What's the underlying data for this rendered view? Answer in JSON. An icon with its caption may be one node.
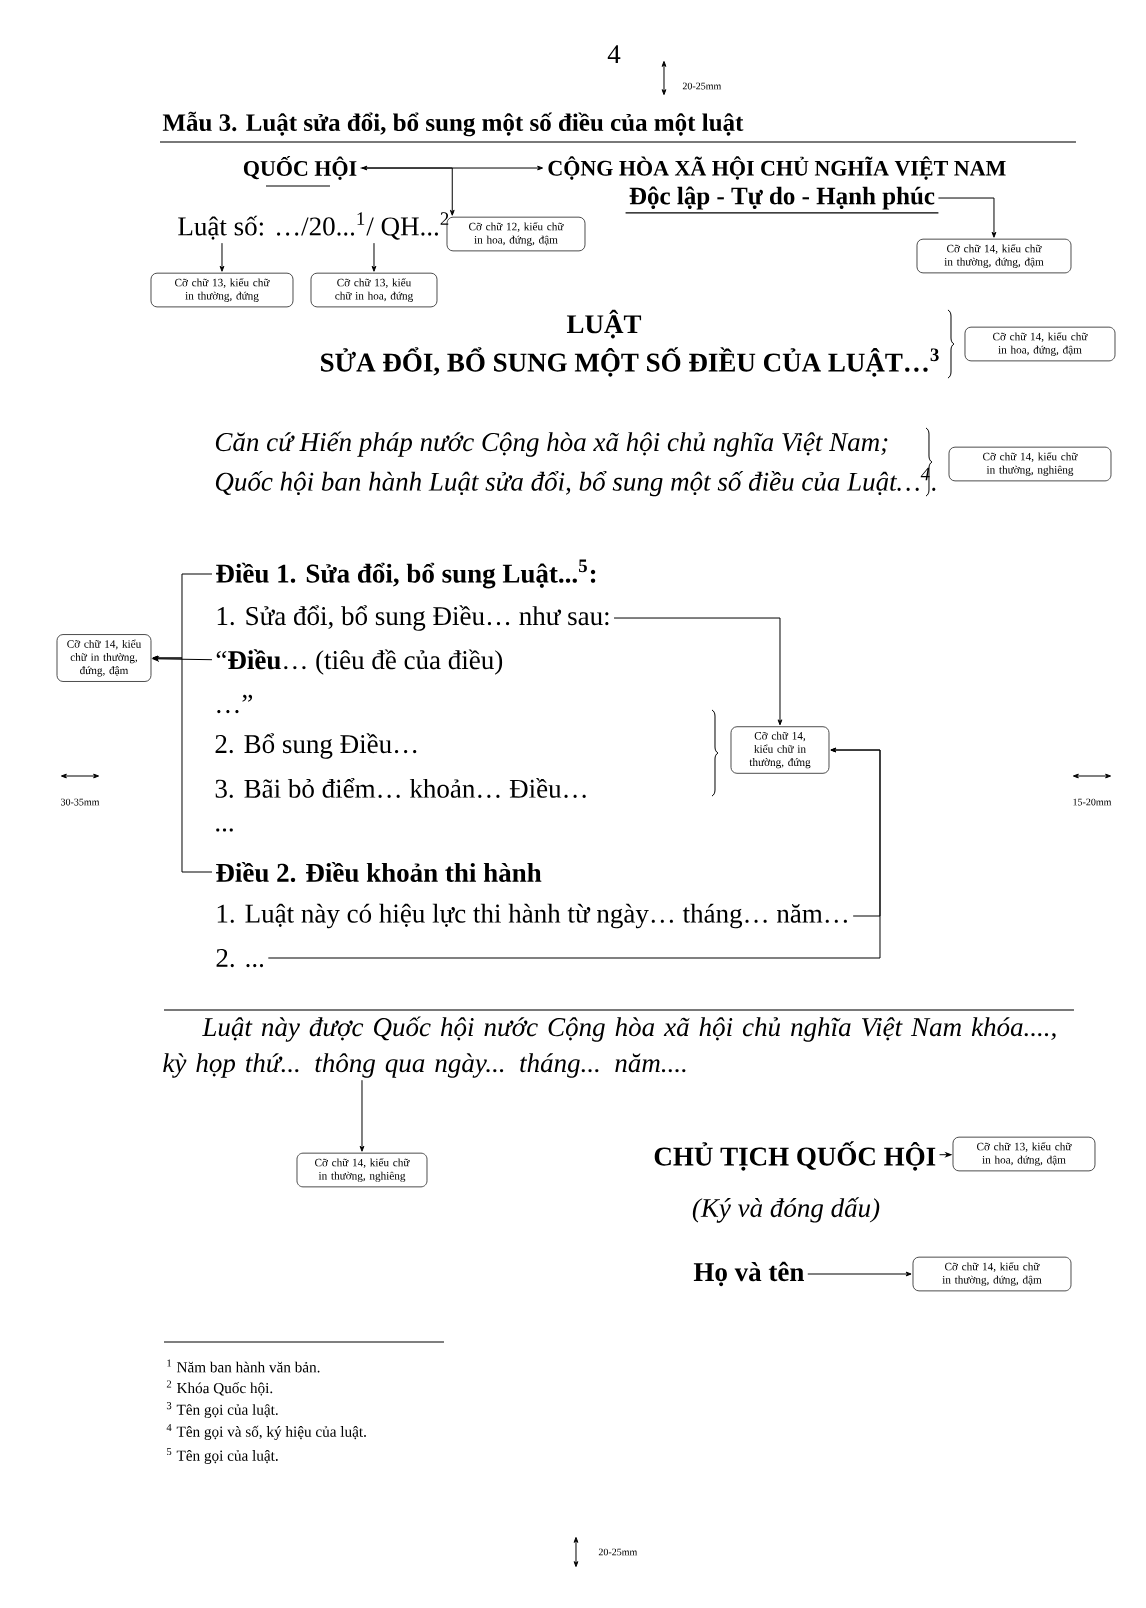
{
  "diagram": {
    "title": "Mẫu 3. Luật sửa đổi, bổ sung một số điều của một luật",
    "nodes": [
      {
        "text": [
          "QUỐC HỘI"
        ]
      },
      {
        "text": [
          "CỘNG HÒA XÃ HỘI CHỦ NGHĨA VIỆT NAM"
        ]
      },
      {
        "text": [
          "Độc lập - Tự do - Hạnh phúc"
        ]
      },
      {
        "text": [
          "Cỡ chữ 12, kiểu chữ in hoa, đứng, đậm"
        ]
      },
      {
        "text": [
          "Cỡ chữ 14, kiểu chữ in thường, đứng, đậm"
        ]
      },
      {
        "text": [
          "Luật số: …/20...$^{1}$/ QH...$^{2}$"
        ]
      },
      {
        "text": [
          "Cỡ chữ 13, kiểu chữ in thường, đứng"
        ]
      },
      {
        "text": [
          "Cỡ chữ 13, kiểu chữ in hoa, đứng"
        ]
      },
      {
        "text": [
          "Cỡ chữ 14, kiểu chữ in hoa, đứng, đậm"
        ]
      },
      {
        "text": [
          "Cỡ chữ 14, kiểu chữ in thường, nghiêng"
        ]
      },
      {
        "text": [
          "Điều 1. Sửa đổi, bổ sung Luật...$^{5}$:"
        ]
      },
      {
        "text": [
          "1. Sửa đổi, bổ sung Điều… như sau:"
        ]
      },
      {
        "text": [
          "Cỡ chữ 14, kiểu chữ in thường, đứng, đậm"
        ]
      },
      {
        "text": [
          "“**Điều**… (tiêu đề của điều)"
        ]
      },
      {
        "text": [
          "Cỡ chữ 14, kiểu chữ in thường, đứng"
        ]
      },
      {
        "text": [
          "Điều 2. Điều khoản thi hành"
        ]
      },
      {
        "text": [
          "1. Luật này có hiệu lực thi hành từ ngày… tháng… năm…"
        ]
      },
      {
        "text": [
          "2. ..."
        ]
      },
      {
        "text": [
          "Luật này được Quốc hội nước Cộng hòa xã hội chủ nghĩa Việt Nam khóa...., kỳ họp thứ... thông qua ngày... tháng... năm...."
        ]
      },
      {
        "text": [
          "Cỡ chữ 14, kiểu chữ in thường, nghiêng"
        ]
      },
      {
        "text": [
          "CHỦ TỊCH QUỐC HỘI"
        ]
      },
      {
        "text": [
          "Cỡ chữ 13, kiểu chữ in hoa, đứng, đậm"
        ]
      },
      {
        "text": [
          "Họ và tên"
        ]
      },
      {
        "text": [
          "Cỡ chữ 14, kiểu chữ in thường, đứng, đậm"
        ]
      }
    ],
    "edges": [
      {
        "from": 0,
        "to": 1,
        "arrow": "both"
      },
      {
        "from": 0,
        "to": 3,
        "arrow": "to"
      },
      {
        "from": 2,
        "to": 4,
        "arrow": "to"
      },
      {
        "from": 5,
        "to": 6,
        "arrow": "to"
      },
      {
        "from": 5,
        "to": 7,
        "arrow": "to"
      },
      {
        "from": 10,
        "to": 12,
        "arrow": "to"
      },
      {
        "from": 13,
        "to": 12,
        "arrow": "to"
      },
      {
        "from": 15,
        "to": 12,
        "arrow": "to"
      },
      {
        "from": 11,
        "to": 14,
        "arrow": "to"
      },
      {
        "from": 16,
        "to": 14,
        "arrow": "to"
      },
      {
        "from": 17,
        "to": 14,
        "arrow": "to"
      },
      {
        "from": 18,
        "to": 19,
        "arrow": "to"
      },
      {
        "from": 20,
        "to": 21,
        "arrow": "to"
      },
      {
        "from": 22,
        "to": 23,
        "arrow": "to"
      }
    ],
    "labels": [
      "4",
      "20-25mm",
      "LUẬT",
      "SỬA ĐỔI, BỔ SUNG MỘT SỐ ĐIỀU CỦA LUẬT…$^{3}$",
      "Căn cứ Hiến pháp nước Cộng hòa xã hội chủ nghĩa Việt Nam;",
      "Quốc hội ban hành Luật sửa đổi, bổ sung một số điều của Luật…$^{4}$.",
      "…”",
      "30-35mm",
      "2. Bổ sung Điều…",
      "15-20mm",
      "3. Bãi bỏ điểm… khoản… Điều…",
      "...",
      "(Ký và đóng dấu)",
      "$^{1}$ Năm ban hành văn bản.",
      "$^{2}$ Khóa Quốc hội.",
      "$^{3}$ Tên gọi của luật.",
      "$^{4}$ Tên gọi và số, ký hiệu của luật.",
      "$^{5}$ Tên gọi của luật.",
      "20-25mm"
    ]
  }
}
